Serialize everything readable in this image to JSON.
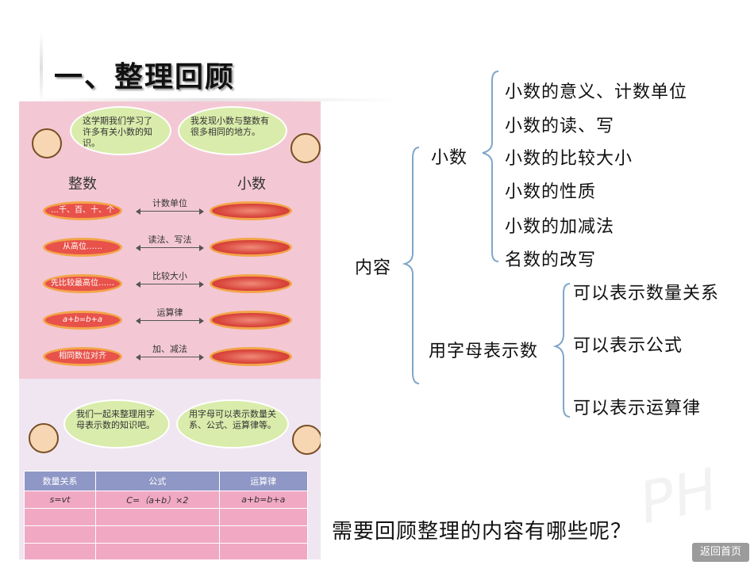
{
  "title": "一、整理回顾",
  "panel": {
    "bubble_left": "这学期我们学习了许多有关小数的知识。",
    "bubble_right": "我发现小数与整数有很多相同的地方。",
    "col_integer": "整数",
    "col_decimal": "小数",
    "rows": [
      {
        "left": "…千、百、十、个",
        "label": "计数单位"
      },
      {
        "left": "从高位……",
        "label": "读法、写法"
      },
      {
        "left": "先比较最高位……",
        "label": "比较大小"
      },
      {
        "left": "a+b=b+a",
        "label": "运算律"
      },
      {
        "left": "相同数位对齐",
        "label": "加、减法"
      }
    ],
    "bubble_bottom_left": "我们一起来整理用字母表示数的知识吧。",
    "bubble_bottom_right": "用字母可以表示数量关系、公式、运算律等。",
    "table": {
      "headers": [
        "数量关系",
        "公式",
        "运算律"
      ],
      "row1": [
        "s=vt",
        "C=（a+b）×2",
        "a+b=b+a"
      ]
    }
  },
  "diagram": {
    "root": "内容",
    "branch1": "小数",
    "branch1_items": [
      "小数的意义、计数单位",
      "小数的读、写",
      "小数的比较大小",
      "小数的性质",
      "小数的加减法",
      "名数的改写"
    ],
    "branch2": "用字母表示数",
    "branch2_items": [
      "可以表示数量关系",
      "可以表示公式",
      "可以表示运算律"
    ]
  },
  "question": "需要回顾整理的内容有哪些呢？",
  "back_button": "返回首页",
  "watermark": "PH"
}
